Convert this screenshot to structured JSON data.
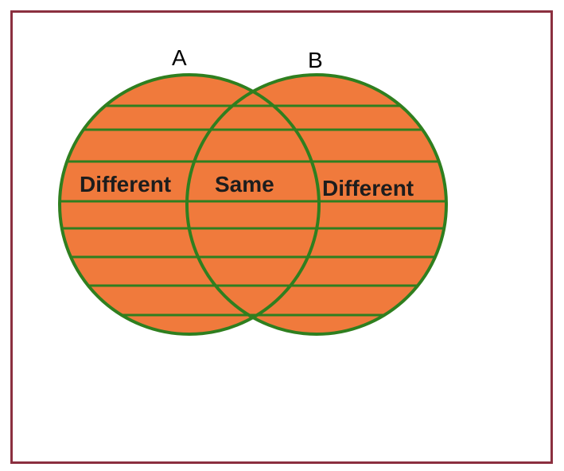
{
  "diagram": {
    "type": "venn",
    "sets": [
      {
        "id": "A",
        "label": "A"
      },
      {
        "id": "B",
        "label": "B"
      }
    ],
    "regions": {
      "a_only": "Different",
      "intersection": "Same",
      "b_only": "Different"
    },
    "colors": {
      "fill": "#f07a3c",
      "outline": "#2f7f1f",
      "stripe": "#2f7f1f",
      "frame": "#8b2f3f",
      "background": "#ffffff"
    }
  }
}
